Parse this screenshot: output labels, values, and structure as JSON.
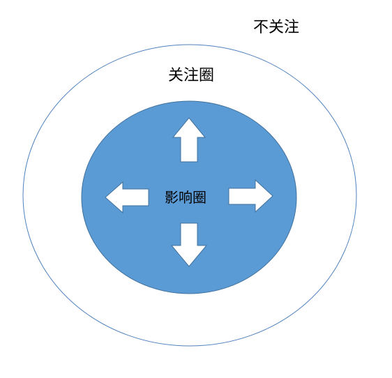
{
  "labels": {
    "outside": "不关注",
    "concern": "关注圈",
    "influence": "影响圈"
  },
  "arrows": [
    {
      "direction": "up",
      "icon": "arrow-up-icon"
    },
    {
      "direction": "down",
      "icon": "arrow-down-icon"
    },
    {
      "direction": "left",
      "icon": "arrow-left-icon"
    },
    {
      "direction": "right",
      "icon": "arrow-right-icon"
    }
  ],
  "colors": {
    "background": "#ffffff",
    "outer_stroke": "#4f81bd",
    "inner_fill": "#5b9bd5",
    "inner_stroke": "#41719c",
    "arrow_fill": "#ffffff",
    "arrow_stroke": "#41719c",
    "text": "#000000"
  }
}
